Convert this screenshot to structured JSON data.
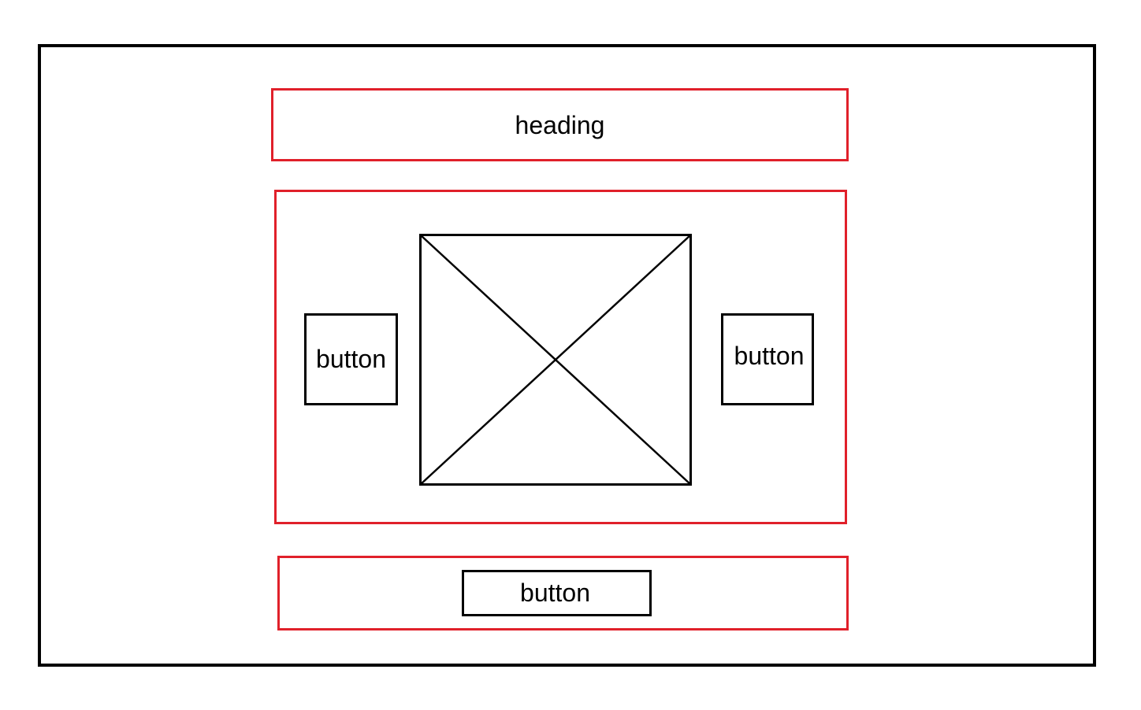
{
  "heading": {
    "text": "heading"
  },
  "carousel": {
    "prev_button_label": "button",
    "next_button_label": "button"
  },
  "footer": {
    "button_label": "button"
  },
  "colors": {
    "frame_border": "#000000",
    "section_border": "#e0202a"
  }
}
